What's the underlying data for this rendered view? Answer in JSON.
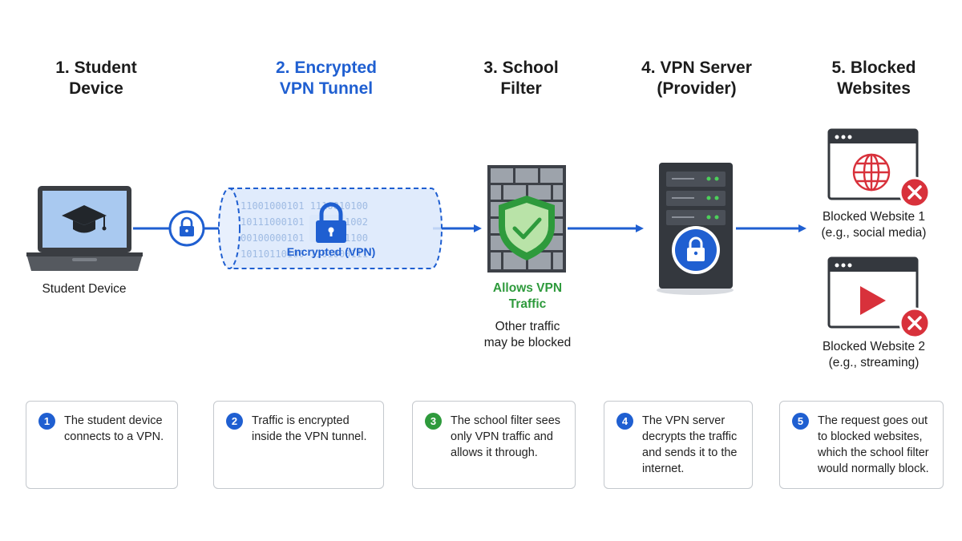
{
  "steps": [
    {
      "title": "1. Student\nDevice"
    },
    {
      "title": "2. Encrypted\nVPN Tunnel"
    },
    {
      "title": "3. School\nFilter"
    },
    {
      "title": "4. VPN Server\n(Provider)"
    },
    {
      "title": "5. Blocked\nWebsites"
    }
  ],
  "labels": {
    "student_device": "Student Device",
    "tunnel": "Encrypted (VPN)",
    "filter_allow": "Allows VPN\nTraffic",
    "filter_other": "Other traffic\nmay be blocked",
    "website1": "Blocked Website 1\n(e.g., social media)",
    "website2": "Blocked Website 2\n(e.g., streaming)"
  },
  "tunnel_bits": [
    "11001000101 1110010100",
    "10111000101 0100011002",
    "00100000101 0110011100",
    "10110110100 1101000111"
  ],
  "cards": [
    {
      "num": "1",
      "text": "The student device\nconnects to a VPN."
    },
    {
      "num": "2",
      "text": "Traffic is encrypted\ninside the VPN tunnel."
    },
    {
      "num": "3",
      "text": "The school filter sees\nonly VPN traffic and\nallows it through."
    },
    {
      "num": "4",
      "text": "The VPN server\ndecrypts the traffic\nand sends it to the\ninternet."
    },
    {
      "num": "5",
      "text": "The request goes out\nto blocked websites,\nwhich the school filter\nwould normally block."
    }
  ],
  "colors": {
    "blue": "#1f5fd1",
    "green": "#2e9a3c",
    "red": "#d8313b",
    "dark": "#34383e"
  },
  "icons": [
    "laptop-icon",
    "graduation-cap-icon",
    "lock-icon",
    "shield-check-icon",
    "server-icon",
    "globe-icon",
    "play-icon",
    "x-circle-icon"
  ]
}
